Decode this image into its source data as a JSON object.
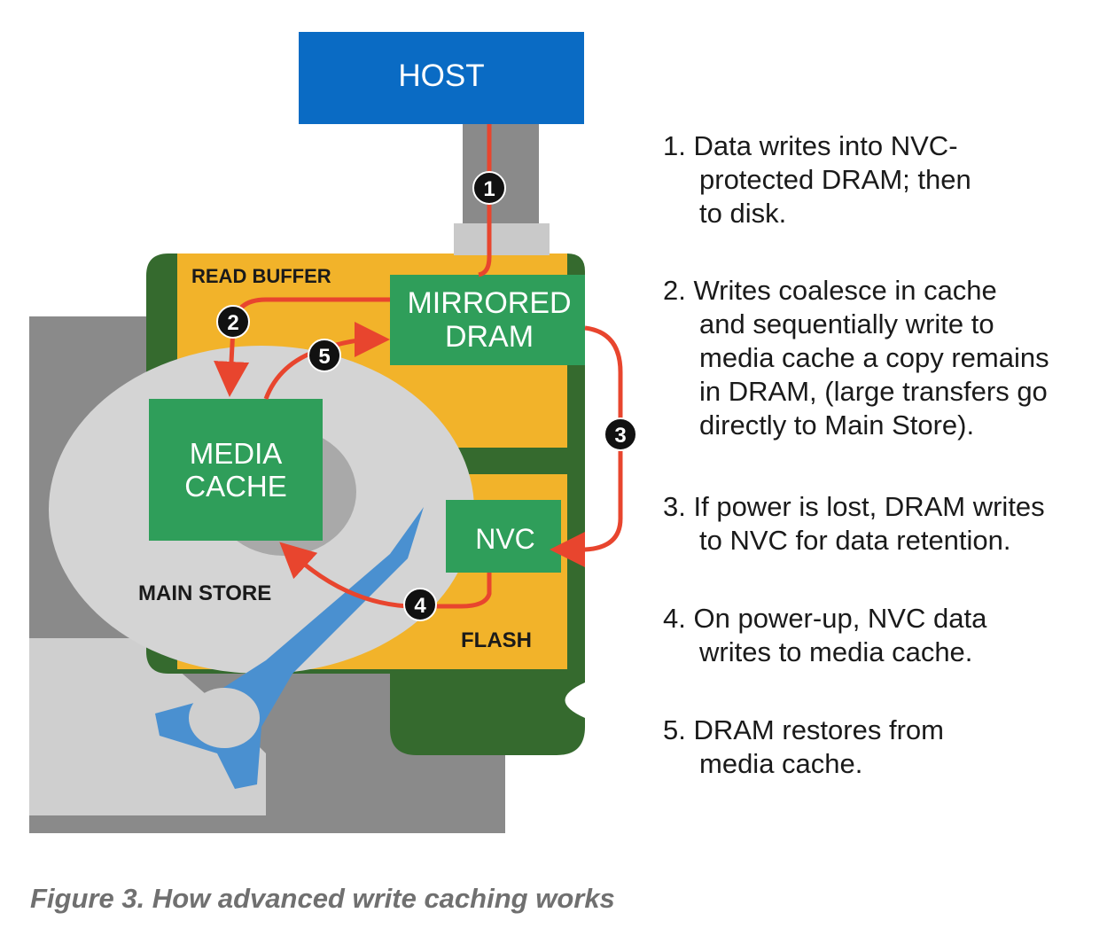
{
  "diagram": {
    "host_label": "HOST",
    "read_buffer_label": "READ BUFFER",
    "mirrored_dram_line1": "MIRRORED",
    "mirrored_dram_line2": "DRAM",
    "media_cache_line1": "MEDIA",
    "media_cache_line2": "CACHE",
    "main_store_label": "MAIN STORE",
    "nvc_label": "NVC",
    "flash_label": "FLASH",
    "markers": [
      "1",
      "2",
      "3",
      "4",
      "5"
    ],
    "colors": {
      "host": "#0a6bc4",
      "buffer": "#f2b32a",
      "board": "#356a2e",
      "block": "#2f9e5a",
      "arrow": "#e8452e",
      "platter": "#d4d4d4",
      "chassis": "#8a8a8a",
      "actuator": "#4a90d0"
    }
  },
  "steps": [
    {
      "num": "1.",
      "lines": [
        "Data writes into NVC-",
        "protected DRAM; then",
        "to disk."
      ]
    },
    {
      "num": "2.",
      "lines": [
        "Writes coalesce in cache",
        "and sequentially write to",
        "media cache a copy remains",
        "in DRAM, (large transfers go",
        "directly to Main Store)."
      ]
    },
    {
      "num": "3.",
      "lines": [
        "If power is lost, DRAM writes",
        "to NVC for data retention."
      ]
    },
    {
      "num": "4.",
      "lines": [
        "On power-up, NVC data",
        "writes to media cache."
      ]
    },
    {
      "num": "5.",
      "lines": [
        "DRAM restores from",
        "media cache."
      ]
    }
  ],
  "caption": "Figure 3. How advanced write caching works"
}
